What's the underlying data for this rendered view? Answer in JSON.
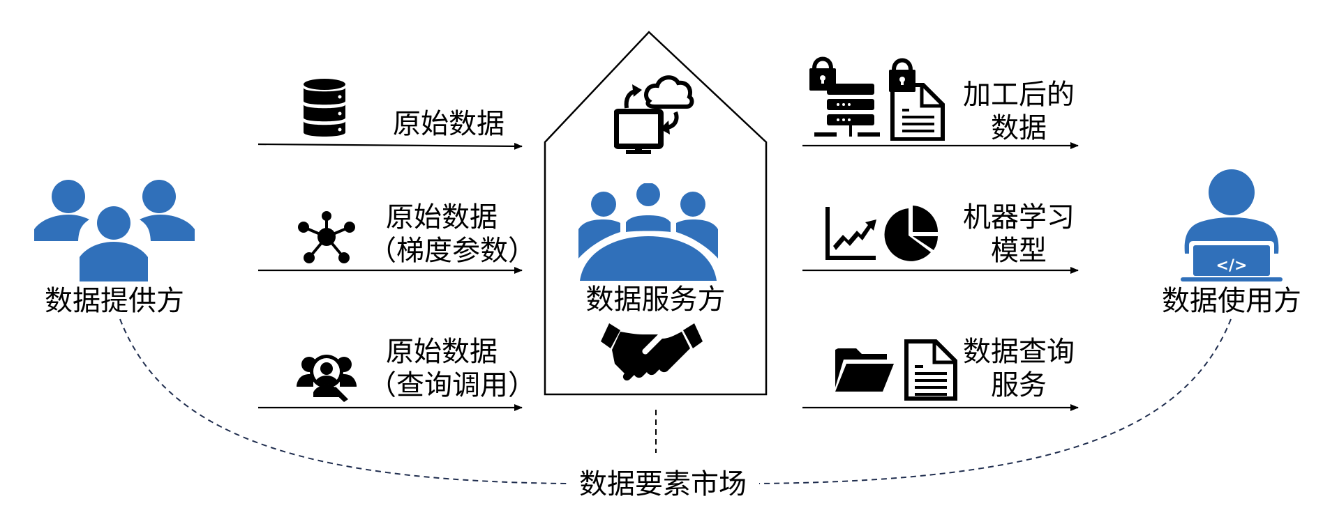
{
  "colors": {
    "accent_blue": "#3070BA",
    "dash_navy": "#1F2D4E",
    "ink": "#000000"
  },
  "provider": {
    "label": "数据提供方",
    "icon": "people-group-icon"
  },
  "service": {
    "label": "数据服务方",
    "icons": [
      "computer-cloud-sync-icon",
      "meeting-table-icon",
      "handshake-icon"
    ]
  },
  "consumer": {
    "label": "数据使用方",
    "icon": "developer-laptop-icon",
    "code_glyph": "</>"
  },
  "market": {
    "label": "数据要素市场"
  },
  "inputs": [
    {
      "line1": "原始数据",
      "line2": "",
      "icon": "database-icon"
    },
    {
      "line1": "原始数据",
      "line2": "（梯度参数）",
      "icon": "network-hub-icon"
    },
    {
      "line1": "原始数据",
      "line2": "（查询调用）",
      "icon": "user-search-icon"
    }
  ],
  "outputs": [
    {
      "line1": "加工后的",
      "line2": "数据",
      "icons": [
        "locked-server-icon",
        "locked-document-icon"
      ]
    },
    {
      "line1": "机器学习",
      "line2": "模型",
      "icons": [
        "line-chart-icon",
        "pie-chart-icon"
      ]
    },
    {
      "line1": "数据查询",
      "line2": "服务",
      "icons": [
        "folder-icon",
        "document-icon"
      ]
    }
  ]
}
